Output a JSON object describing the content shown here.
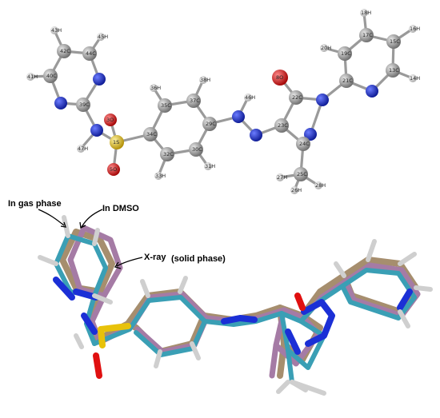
{
  "colors": {
    "carbon": "#8a8a8a",
    "hydrogen": "#d8d8d8",
    "nitrogen": "#1b2fd6",
    "oxygen": "#e01010",
    "sulfur": "#e8c20a",
    "gas_phase": "#3a9fb5",
    "dmso": "#a57ba5",
    "xray": "#a68e6e"
  },
  "atoms": [
    {
      "label": "1S",
      "element": "sulfur"
    },
    {
      "label": "3O",
      "element": "oxygen"
    },
    {
      "label": "5O",
      "element": "oxygen"
    },
    {
      "label": "8O",
      "element": "oxygen"
    },
    {
      "label": "N",
      "element": "nitrogen"
    },
    {
      "label": "N",
      "element": "nitrogen"
    },
    {
      "label": "N",
      "element": "nitrogen"
    },
    {
      "label": "N",
      "element": "nitrogen"
    },
    {
      "label": "N",
      "element": "nitrogen"
    },
    {
      "label": "N",
      "element": "nitrogen"
    },
    {
      "label": "N",
      "element": "nitrogen"
    },
    {
      "label": "N",
      "element": "nitrogen"
    },
    {
      "label": "13C",
      "element": "carbon"
    },
    {
      "label": "14H",
      "element": "hydrogen"
    },
    {
      "label": "15C",
      "element": "carbon"
    },
    {
      "label": "16H",
      "element": "hydrogen"
    },
    {
      "label": "17C",
      "element": "carbon"
    },
    {
      "label": "18H",
      "element": "hydrogen"
    },
    {
      "label": "19C",
      "element": "carbon"
    },
    {
      "label": "20H",
      "element": "hydrogen"
    },
    {
      "label": "21C",
      "element": "carbon"
    },
    {
      "label": "22C",
      "element": "carbon"
    },
    {
      "label": "23C",
      "element": "carbon"
    },
    {
      "label": "24C",
      "element": "carbon"
    },
    {
      "label": "25C",
      "element": "carbon"
    },
    {
      "label": "26H",
      "element": "hydrogen"
    },
    {
      "label": "27H",
      "element": "hydrogen"
    },
    {
      "label": "28H",
      "element": "hydrogen"
    },
    {
      "label": "29C",
      "element": "carbon"
    },
    {
      "label": "30C",
      "element": "carbon"
    },
    {
      "label": "31H",
      "element": "hydrogen"
    },
    {
      "label": "32C",
      "element": "carbon"
    },
    {
      "label": "33H",
      "element": "hydrogen"
    },
    {
      "label": "34C",
      "element": "carbon"
    },
    {
      "label": "35C",
      "element": "carbon"
    },
    {
      "label": "36H",
      "element": "hydrogen"
    },
    {
      "label": "37C",
      "element": "carbon"
    },
    {
      "label": "38H",
      "element": "hydrogen"
    },
    {
      "label": "39C",
      "element": "carbon"
    },
    {
      "label": "40C",
      "element": "carbon"
    },
    {
      "label": "41H",
      "element": "hydrogen"
    },
    {
      "label": "42C",
      "element": "carbon"
    },
    {
      "label": "43H",
      "element": "hydrogen"
    },
    {
      "label": "44C",
      "element": "carbon"
    },
    {
      "label": "45H",
      "element": "hydrogen"
    },
    {
      "label": "46H",
      "element": "hydrogen"
    },
    {
      "label": "47H",
      "element": "hydrogen"
    }
  ],
  "annotations": {
    "gas_phase": "In gas phase",
    "dmso": "In DMSO",
    "xray": "X-ray",
    "xray_note": "(solid phase)"
  }
}
